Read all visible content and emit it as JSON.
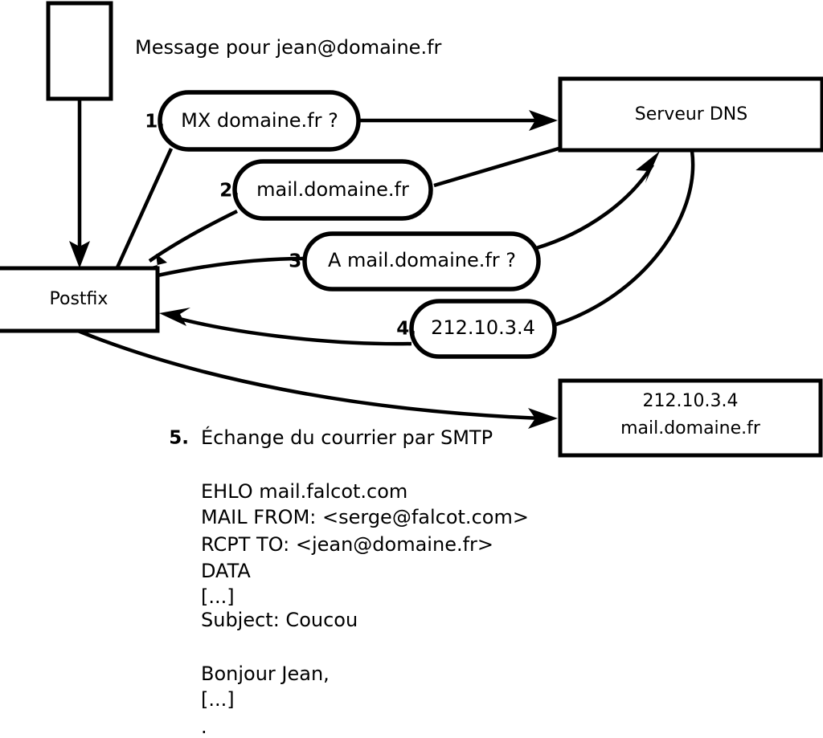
{
  "diagram": {
    "title_text": "Message pour jean@domaine.fr",
    "nodes": {
      "sender": {
        "label": ""
      },
      "postfix": {
        "label": "Postfix"
      },
      "dns": {
        "label": "Serveur DNS"
      },
      "mailserver": {
        "line1": "212.10.3.4",
        "line2": "mail.domaine.fr"
      }
    },
    "steps": [
      {
        "num": "1.",
        "label": "MX domaine.fr ?"
      },
      {
        "num": "2.",
        "label": "mail.domaine.fr"
      },
      {
        "num": "3.",
        "label": "A mail.domaine.fr ?"
      },
      {
        "num": "4.",
        "label": "212.10.3.4"
      }
    ],
    "step5": {
      "num": "5.",
      "label": "Échange du courrier par SMTP"
    },
    "transcript": [
      "EHLO mail.falcot.com",
      "MAIL FROM: <serge@falcot.com>",
      "RCPT TO: <jean@domaine.fr>",
      "DATA",
      "[...]",
      "Subject: Coucou",
      "",
      "Bonjour Jean,",
      "[...]",
      "."
    ],
    "colors": {
      "stroke": "#000000",
      "fill": "#ffffff",
      "text": "#000000"
    }
  }
}
